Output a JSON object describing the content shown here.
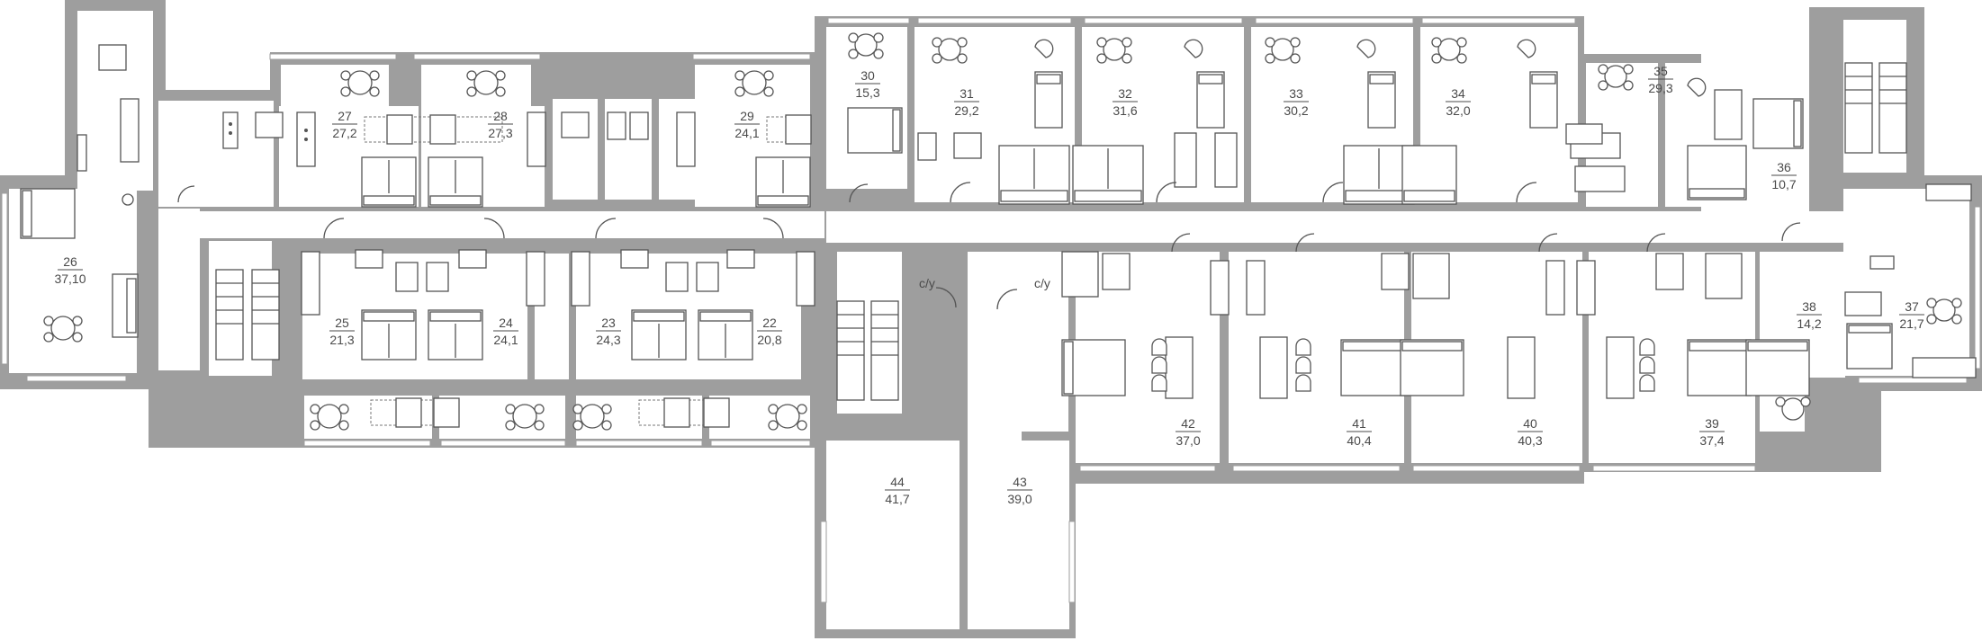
{
  "units": [
    {
      "number": "26",
      "area": "37,10"
    },
    {
      "number": "27",
      "area": "27,2"
    },
    {
      "number": "28",
      "area": "27,3"
    },
    {
      "number": "29",
      "area": "24,1"
    },
    {
      "number": "30",
      "area": "15,3"
    },
    {
      "number": "31",
      "area": "29,2"
    },
    {
      "number": "32",
      "area": "31,6"
    },
    {
      "number": "33",
      "area": "30,2"
    },
    {
      "number": "34",
      "area": "32,0"
    },
    {
      "number": "35",
      "area": "29,3"
    },
    {
      "number": "36",
      "area": "10,7"
    },
    {
      "number": "37",
      "area": "21,7"
    },
    {
      "number": "38",
      "area": "14,2"
    },
    {
      "number": "39",
      "area": "37,4"
    },
    {
      "number": "40",
      "area": "40,3"
    },
    {
      "number": "41",
      "area": "40,4"
    },
    {
      "number": "42",
      "area": "37,0"
    },
    {
      "number": "43",
      "area": "39,0"
    },
    {
      "number": "44",
      "area": "41,7"
    },
    {
      "number": "25",
      "area": "21,3"
    },
    {
      "number": "24",
      "area": "24,1"
    },
    {
      "number": "23",
      "area": "24,3"
    },
    {
      "number": "22",
      "area": "20,8"
    }
  ],
  "bathroom_labels": [
    "с/у",
    "с/у"
  ]
}
